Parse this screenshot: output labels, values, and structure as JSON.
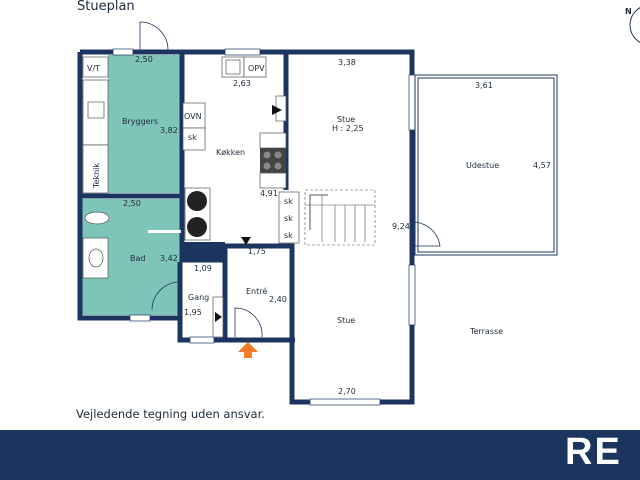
{
  "title": "Stueplan",
  "disclaimer": "Vejledende tegning uden ansvar.",
  "logo": "RE",
  "compass": "N",
  "colors": {
    "wall": "#1b3560",
    "wet_room": "#7fc4b8",
    "entrance_arrow": "#f07a28",
    "footer": "#1b355f"
  },
  "rooms": {
    "vt": "V/T",
    "teknik": "Teknik",
    "bryggers": "Bryggers",
    "bryggers_w": "2,50",
    "bryggers_h": "3,82",
    "bad": "Bad",
    "bad_w": "2,50",
    "bad_h": "3,42",
    "kokken": "Køkken",
    "kokken_w": "2,63",
    "kokken_h": "4,91",
    "opv": "OPV",
    "ovn": "OVN",
    "sk": "sk",
    "stue1": "Stue",
    "stue1_sub": "H : 2,25",
    "stue1_w": "3,38",
    "stue_h": "9,24",
    "stue2": "Stue",
    "stue2_w": "2,70",
    "udestue": "Udestue",
    "udestue_w": "3,61",
    "udestue_h": "4,57",
    "terrasse": "Terrasse",
    "gang": "Gang",
    "gang_w": "1,09",
    "gang_h": "1,95",
    "entre": "Entré",
    "entre_w": "1,75",
    "entre_h": "2,40"
  }
}
